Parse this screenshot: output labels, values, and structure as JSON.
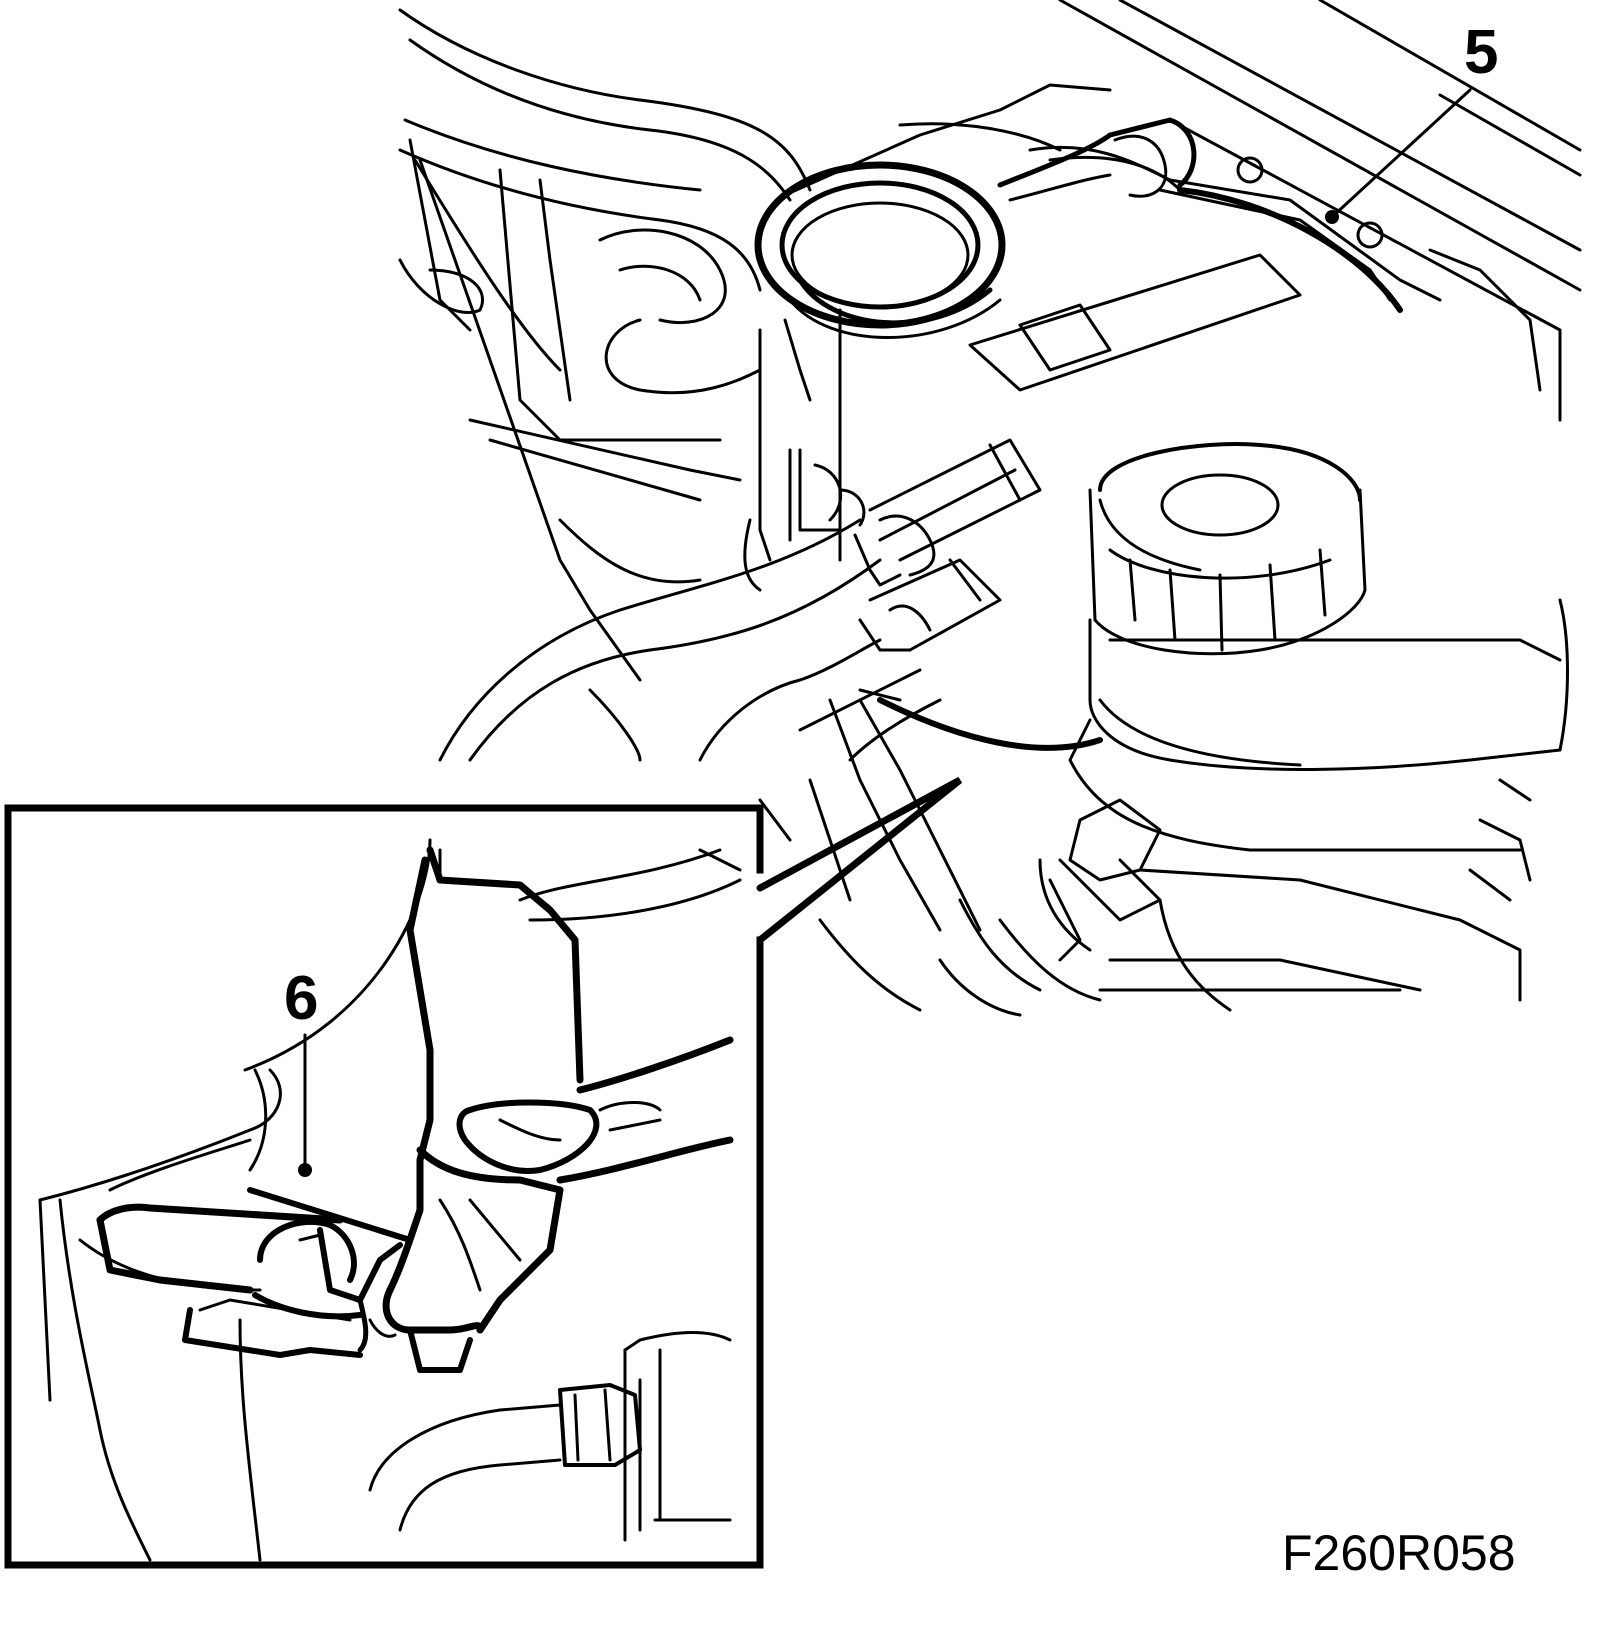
{
  "callouts": {
    "part_5": "5",
    "part_6": "6"
  },
  "figure_code": "F260R058",
  "colors": {
    "line": "#000000",
    "background": "#ffffff"
  }
}
